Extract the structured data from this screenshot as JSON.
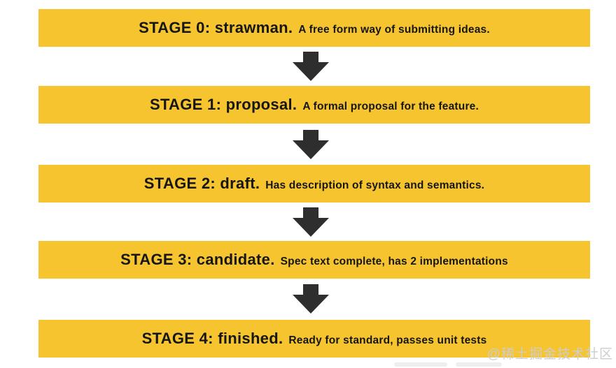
{
  "stages": [
    {
      "title": "STAGE 0: strawman.",
      "description": "A free form way of submitting ideas."
    },
    {
      "title": "STAGE 1: proposal.",
      "description": "A formal proposal for the feature."
    },
    {
      "title": "STAGE 2: draft.",
      "description": "Has description of syntax and semantics."
    },
    {
      "title": "STAGE 3: candidate.",
      "description": "Spec text complete, has 2 implementations"
    },
    {
      "title": "STAGE 4: finished.",
      "description": "Ready for standard, passes unit tests"
    }
  ],
  "watermark": "@稀土掘金技术社区",
  "colors": {
    "banner_yellow": "#F6C42F",
    "arrow_dark": "#2E2E2E",
    "text_dark": "#161616",
    "watermark_gray": "#CDCDCD"
  }
}
